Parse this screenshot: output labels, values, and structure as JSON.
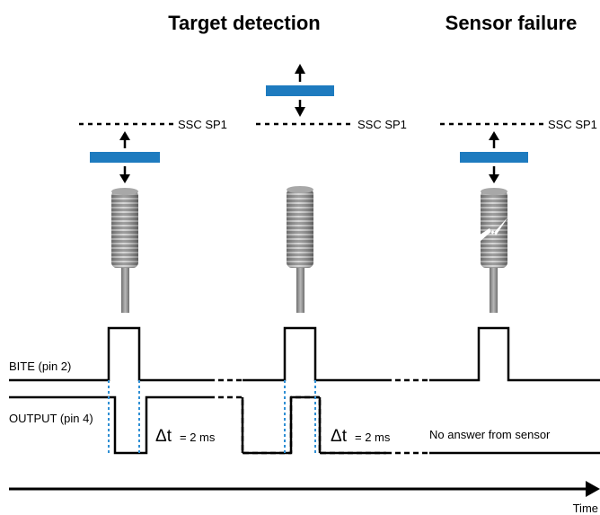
{
  "titles": {
    "target_detection": "Target detection",
    "sensor_failure": "Sensor failure"
  },
  "threshold_label": "SSC SP1",
  "signals": {
    "bite": "BITE (pin 2)",
    "output": "OUTPUT (pin 4)"
  },
  "delta_t": {
    "symbol": "Δt",
    "value": "= 2 ms"
  },
  "no_answer": "No answer from sensor",
  "time_axis_label": "Time",
  "colors": {
    "target": "#1e7bbf",
    "timing_marker": "#2f8fd4",
    "sensor_body": "#8d8d8d",
    "line": "#000000"
  },
  "icons": [
    "up-arrow-icon",
    "down-arrow-icon",
    "crack-icon",
    "time-arrow-icon"
  ]
}
